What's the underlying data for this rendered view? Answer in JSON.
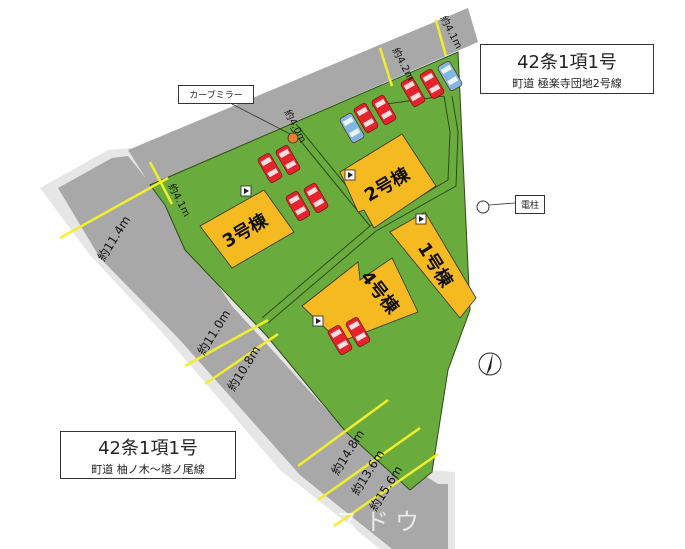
{
  "roads": {
    "north": {
      "title": "42条1項1号",
      "subtitle": "町道  極楽寺団地2号線",
      "widths": [
        "約4.1m",
        "約4.2m",
        "約4.0m",
        "約4.1m"
      ]
    },
    "south": {
      "title": "42条1項1号",
      "subtitle": "町道  柚ノ木～塔ノ尾線",
      "widths": [
        "約11.4m",
        "約11.0m",
        "約10.8m",
        "約14.8m",
        "約13.6m",
        "約15.6m"
      ]
    }
  },
  "buildings": [
    {
      "id": 1,
      "label": "1号棟"
    },
    {
      "id": 2,
      "label": "2号棟"
    },
    {
      "id": 3,
      "label": "3号棟"
    },
    {
      "id": 4,
      "label": "4号棟"
    }
  ],
  "callouts": {
    "mirror": "カーブミラー",
    "pole": "電柱"
  },
  "watermark": "スドウ",
  "colors": {
    "lot": "#6aab3e",
    "road": "#a8a8a8",
    "road_edge": "#e6e6e6",
    "building": "#f5b921",
    "car_red": "#e5232d",
    "car_blue": "#7fb7e0",
    "measure": "#f2ee2b",
    "mirror": "#f07c2c"
  },
  "icons": {
    "north": "north-arrow-icon",
    "entrance": "entrance-marker-icon"
  }
}
